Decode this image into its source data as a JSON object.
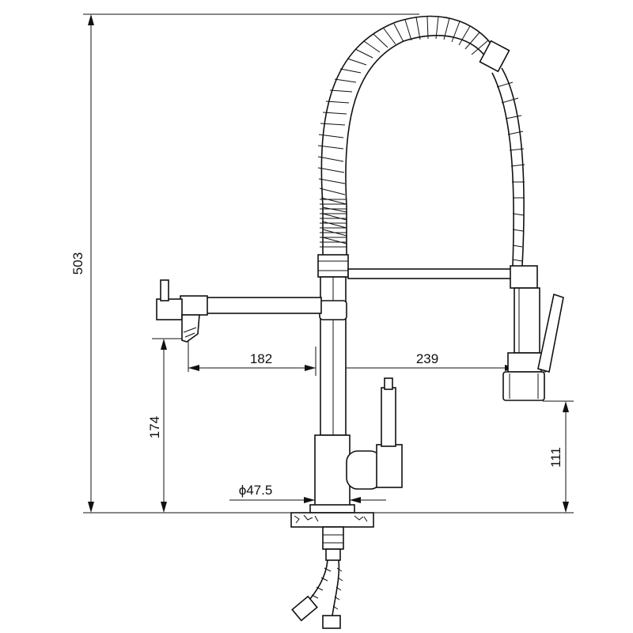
{
  "dimensions": {
    "total_height": "503",
    "side_spout_height": "174",
    "side_spout_reach": "182",
    "main_spout_reach": "239",
    "spray_head_height": "111",
    "base_diameter": "ϕ47.5"
  }
}
